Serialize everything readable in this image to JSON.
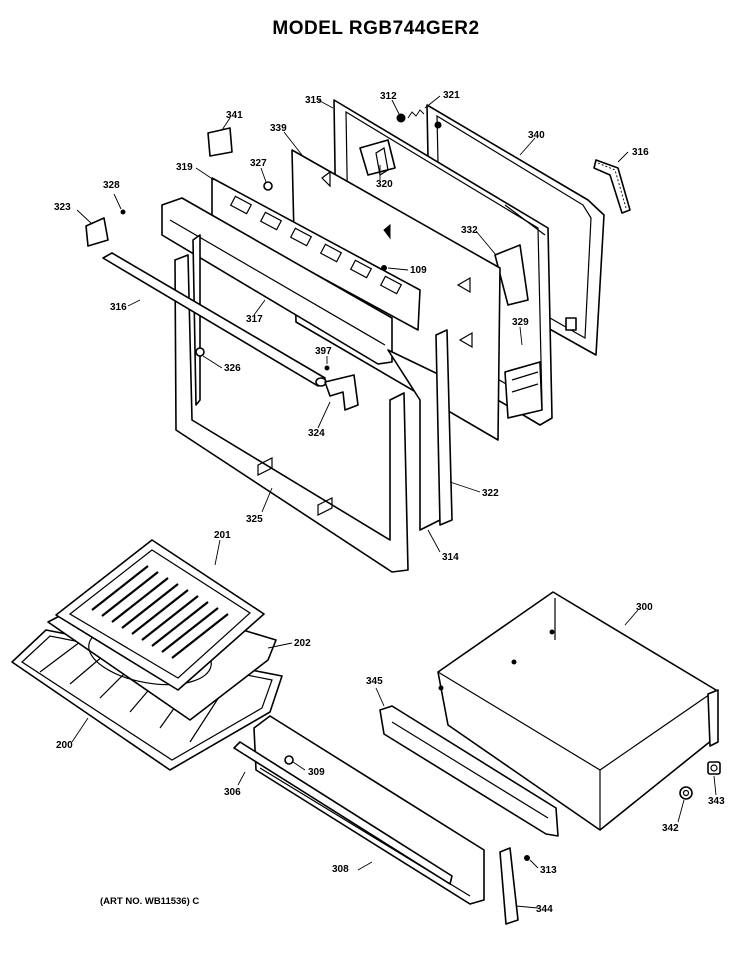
{
  "title": "MODEL RGB744GER2",
  "art_number": "(ART NO. WB11536) C",
  "parts": {
    "p315": "315",
    "p312": "312",
    "p321": "321",
    "p340": "340",
    "p316a": "316",
    "p341": "341",
    "p339": "339",
    "p327": "327",
    "p319": "319",
    "p320": "320",
    "p328a": "328",
    "p323": "323",
    "p109": "109",
    "p332": "332",
    "p316b": "316",
    "p317": "317",
    "p329": "329",
    "p397": "397",
    "p326": "326",
    "p324": "324",
    "p322": "322",
    "p325": "325",
    "p314": "314",
    "p201": "201",
    "p202": "202",
    "p200": "200",
    "p300": "300",
    "p345": "345",
    "p309": "309",
    "p306": "306",
    "p308": "308",
    "p313": "313",
    "p344": "344",
    "p342": "342",
    "p343": "343"
  },
  "icons": [
    "oven-door-assembly",
    "broiler-pan",
    "broiler-grid",
    "oven-rack",
    "storage-drawer",
    "drawer-front-panel"
  ]
}
